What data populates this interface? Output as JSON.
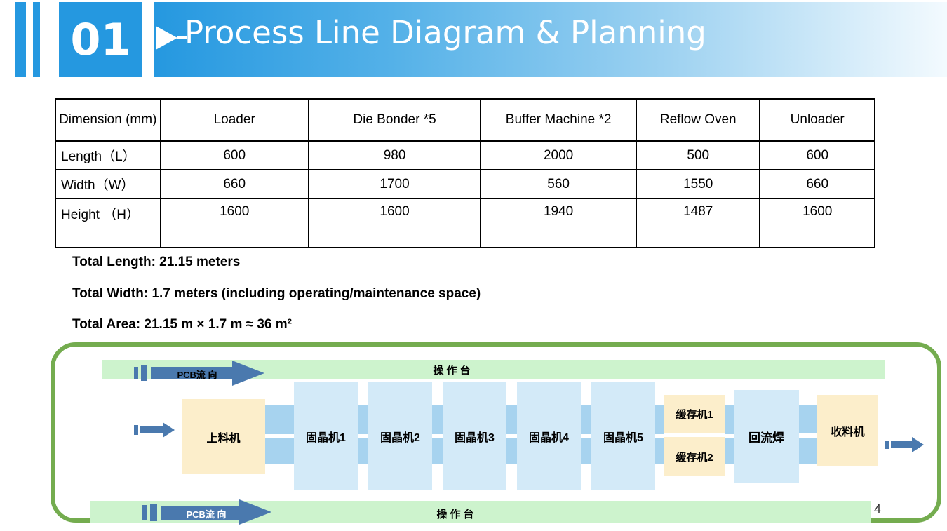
{
  "header": {
    "section_number": "01",
    "title": "Process Line Diagram & Planning"
  },
  "table": {
    "columns": [
      "Dimension (mm)",
      "Loader",
      "Die Bonder *5",
      "Buffer Machine *2",
      "Reflow Oven",
      "Unloader"
    ],
    "rows": [
      {
        "label": "Length（L）",
        "values": [
          "600",
          "980",
          "2000",
          "500",
          "600"
        ]
      },
      {
        "label": "Width（W）",
        "values": [
          "660",
          "1700",
          "560",
          "1550",
          "660"
        ]
      },
      {
        "label": "Height （H）",
        "values": [
          "1600",
          "1600",
          "1940",
          "1487",
          "1600"
        ]
      }
    ]
  },
  "summary": {
    "total_length": "Total Length: 21.15 meters",
    "total_width": "Total Width: 1.7 meters (including operating/maintenance space)",
    "total_area": "Total Area: 21.15 m × 1.7 m ≈ 36 m²"
  },
  "diagram": {
    "top_bench_label": "操作台",
    "bottom_bench_label": "操作台",
    "pcb_flow_label_top": "PCB流 向",
    "pcb_flow_label_bottom": "PCB流 向",
    "machines": {
      "loader": "上料机",
      "die_bonders": [
        "固晶机1",
        "固晶机2",
        "固晶机3",
        "固晶机4",
        "固晶机5"
      ],
      "buffers": [
        "缓存机1",
        "缓存机2"
      ],
      "reflow": "回流焊",
      "unloader": "收料机"
    },
    "colors": {
      "accent_blue": "#2598e0",
      "bench_green": "#cdf3cd",
      "border_green": "#74ac4f",
      "machine_blue": "#d3eaf8",
      "machine_cream": "#fceecb",
      "connector_blue": "#a7d3ef",
      "arrow_blue": "#4a79ae"
    }
  },
  "page_number": "4"
}
